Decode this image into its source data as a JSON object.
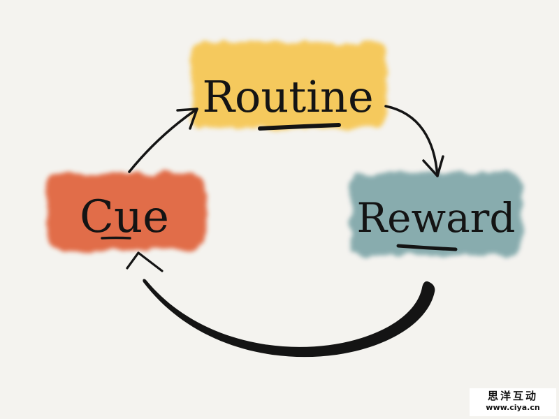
{
  "nodes": {
    "routine": {
      "label": "Routine",
      "color": "#f6c651"
    },
    "reward": {
      "label": "Reward",
      "color": "#7fa6a9"
    },
    "cue": {
      "label": "Cue",
      "color": "#e0623a"
    }
  },
  "ink_color": "#141414",
  "watermark": {
    "name": "思洋互动",
    "url": "www.ciya.cn"
  }
}
